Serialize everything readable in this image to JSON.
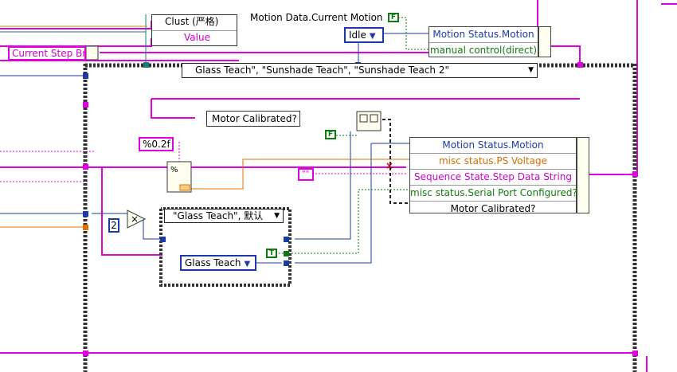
{
  "top": {
    "cluster_label": "Clust (严格)",
    "value_label": "Value",
    "current_step_label": "Current Step Br",
    "motion_data_label": "Motion Data.Current Motion",
    "bool_false_top": "F",
    "idle_enum": "Idle",
    "motion_bundle_rows": [
      "Motion Status.Motion",
      "manual control(direct)"
    ]
  },
  "case_structure": {
    "selector": "Glass Teach\", \"Sunshade Teach\", \"Sunshade Teach 2\""
  },
  "middle": {
    "motor_calibrated": "Motor Calibrated?",
    "format_string": "%0.2f",
    "bool_false_mid": "F",
    "empty_string": "\"\"",
    "multiply_const": "2",
    "inner_case_selector": "\"Glass Teach\", 默认",
    "glass_teach_enum": "Glass Teach",
    "bool_true": "T",
    "bundle_rows": [
      "Motion Status.Motion",
      "misc status.PS Voltage",
      "Sequence State.Step Data String",
      "misc status.Serial Port Configured?",
      "Motor Calibrated?"
    ]
  }
}
